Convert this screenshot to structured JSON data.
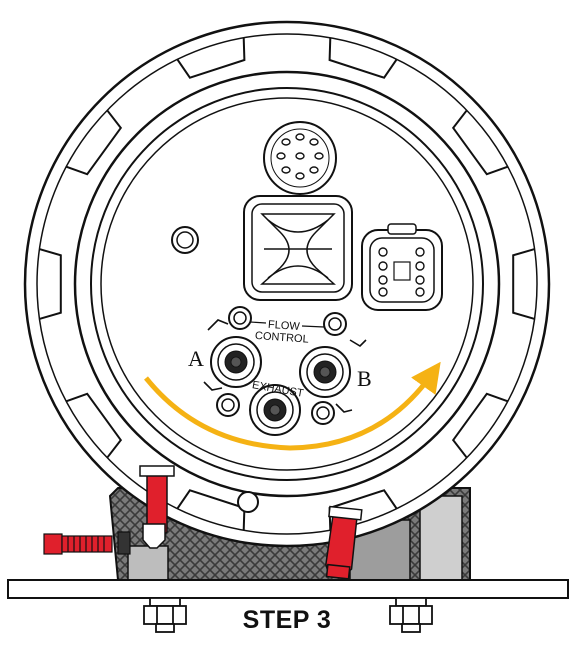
{
  "labels": {
    "flow_control_line1": "FLOW",
    "flow_control_line2": "CONTROL",
    "exhaust": "EXHAUST",
    "port_a": "A",
    "port_b": "B",
    "step": "STEP 3"
  },
  "colors": {
    "arrow": "#f5b214",
    "screw": "#e0202c",
    "outline": "#111111",
    "hatch": "#6d6d6d",
    "plate": "#ffffff"
  },
  "icons": {
    "center_emblem": "x-valve-emblem-icon",
    "connector": "electrical-connector-icon",
    "vent": "vent-grille-icon"
  }
}
